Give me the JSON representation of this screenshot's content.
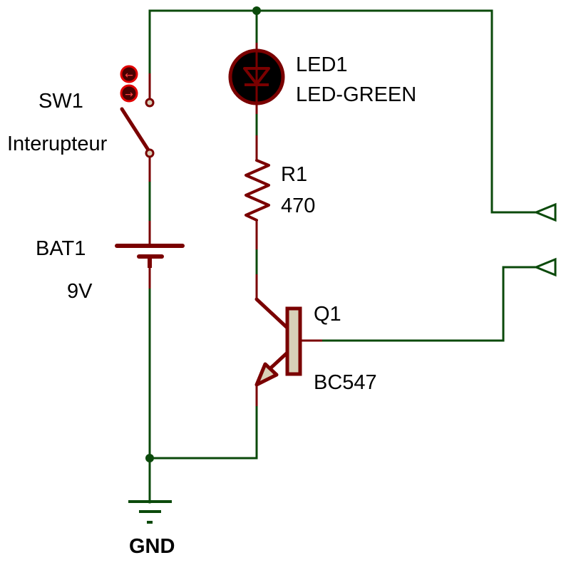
{
  "diagram": {
    "type": "electronic-schematic",
    "colors": {
      "wire": "#0b4a0b",
      "component": "#7a0000",
      "junction": "#0b4a0b",
      "terminal_fill": "#d8d0b8",
      "led_fill": "#000000",
      "switch_button_fill": "#4a0000",
      "switch_button_ring": "#e00000",
      "transistor_body": "#d8d0b8",
      "text": "#000000"
    },
    "components": {
      "sw1": {
        "ref": "SW1",
        "value": "Interupteur",
        "kind": "switch"
      },
      "led1": {
        "ref": "LED1",
        "value": "LED-GREEN",
        "kind": "led"
      },
      "r1": {
        "ref": "R1",
        "value": "470",
        "kind": "resistor"
      },
      "bat1": {
        "ref": "BAT1",
        "value": "9V",
        "kind": "battery"
      },
      "q1": {
        "ref": "Q1",
        "value": "BC547",
        "kind": "npn-transistor"
      },
      "gnd": {
        "label": "GND",
        "kind": "ground"
      }
    },
    "switch_buttons": [
      "←",
      "→"
    ],
    "ports": [
      "output-terminal-1",
      "input-terminal-2"
    ]
  }
}
